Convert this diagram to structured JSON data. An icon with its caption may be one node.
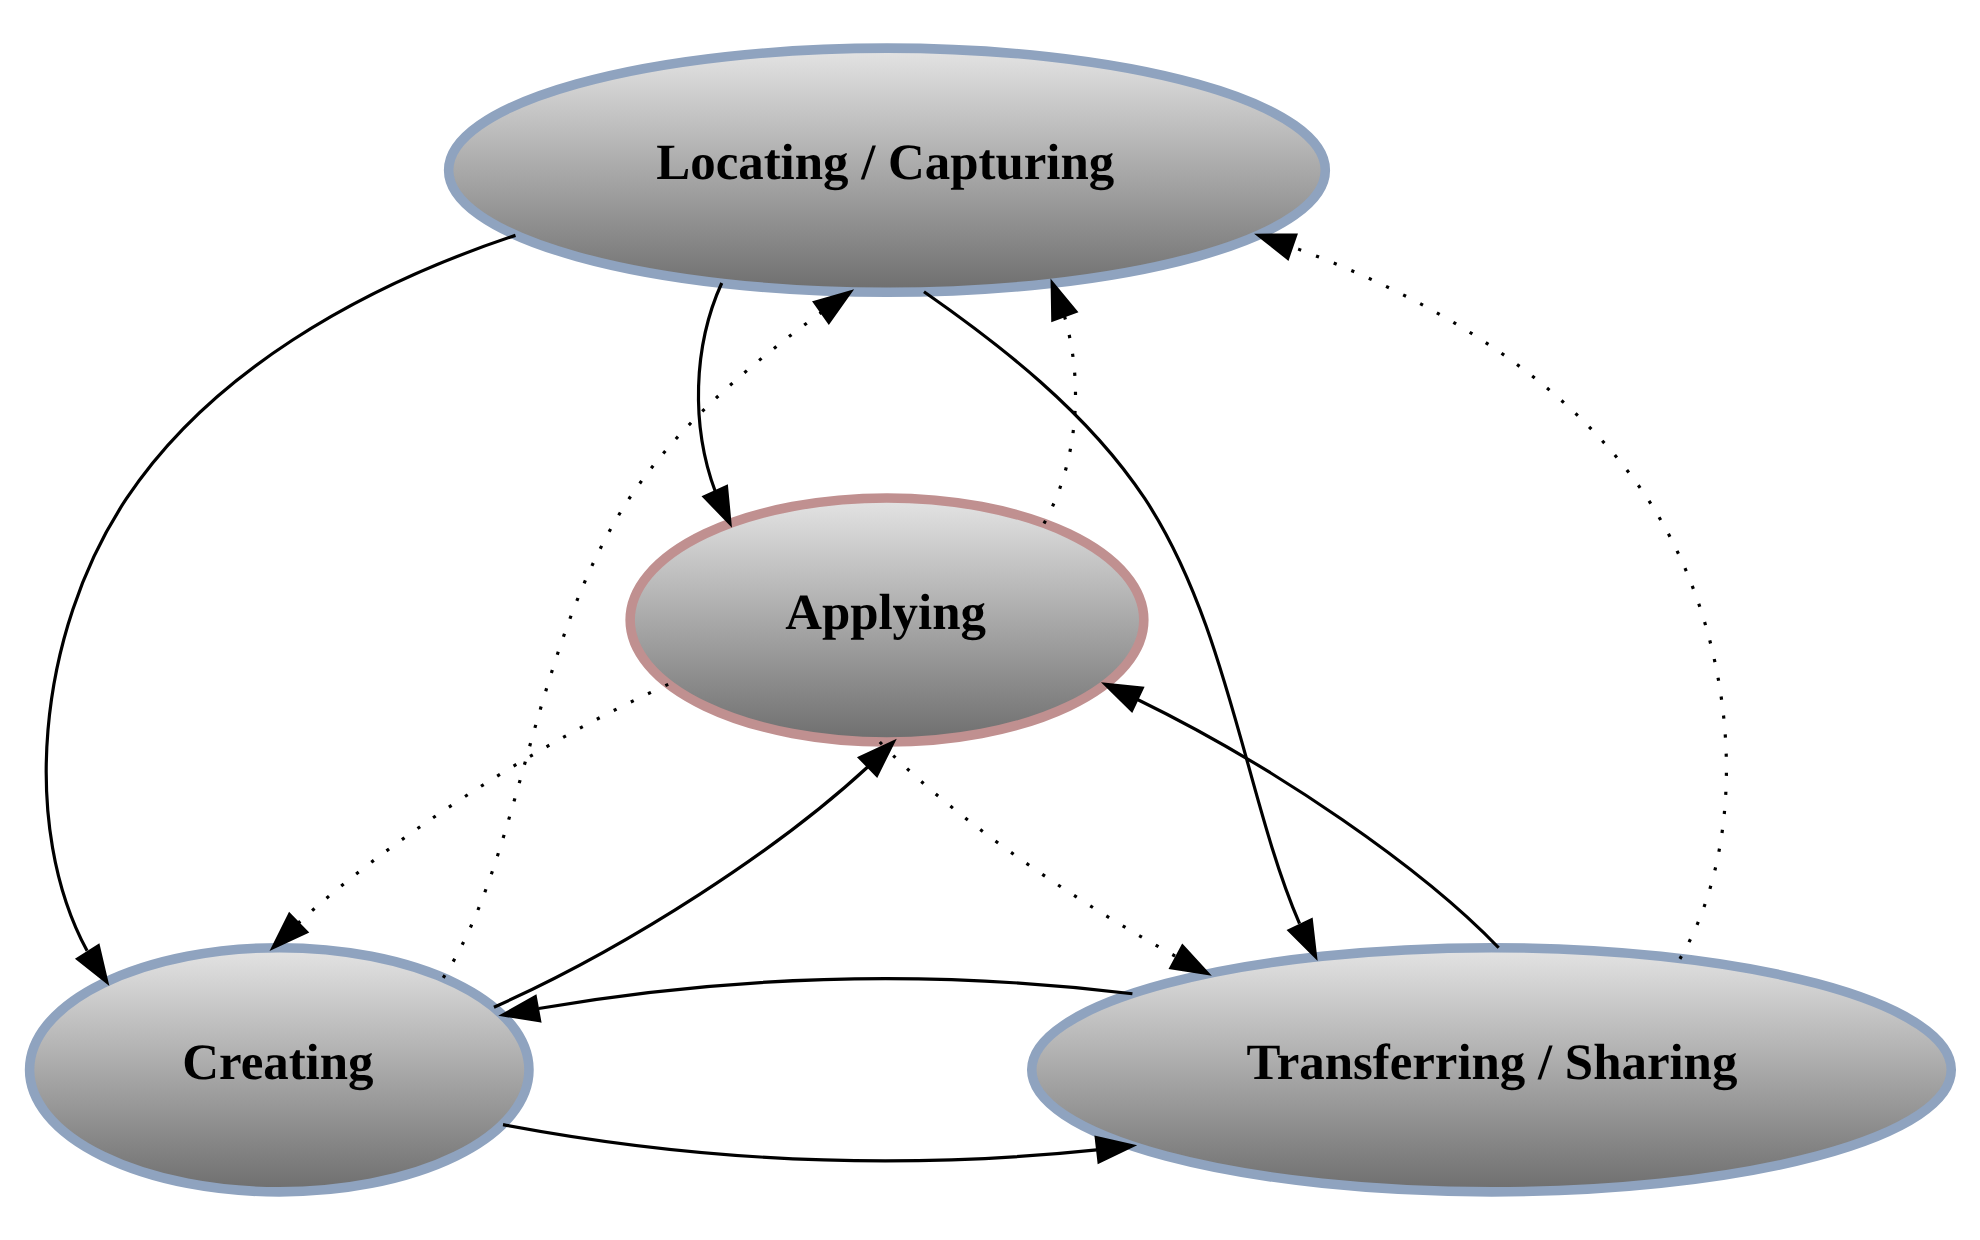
{
  "diagram": {
    "nodes": [
      {
        "text": [
          "Locating / Capturing"
        ]
      },
      {
        "text": [
          "Applying"
        ]
      },
      {
        "text": [
          "Creating"
        ]
      },
      {
        "text": [
          "Transferring / Sharing"
        ]
      }
    ],
    "edges": [
      {
        "from": 0,
        "to": 2,
        "arrow": "to"
      },
      {
        "from": 2,
        "to": 0,
        "arrow": "to",
        "style": "dashed"
      },
      {
        "from": 0,
        "to": 1,
        "arrow": "to"
      },
      {
        "from": 1,
        "to": 0,
        "arrow": "to",
        "style": "dashed"
      },
      {
        "from": 0,
        "to": 3,
        "arrow": "to"
      },
      {
        "from": 3,
        "to": 0,
        "arrow": "to",
        "style": "dashed"
      },
      {
        "from": 2,
        "to": 1,
        "arrow": "to"
      },
      {
        "from": 1,
        "to": 2,
        "arrow": "to",
        "style": "dashed"
      },
      {
        "from": 3,
        "to": 1,
        "arrow": "to"
      },
      {
        "from": 1,
        "to": 3,
        "arrow": "to",
        "style": "dashed"
      },
      {
        "from": 2,
        "to": 3,
        "arrow": "to"
      },
      {
        "from": 3,
        "to": 2,
        "arrow": "to"
      }
    ]
  }
}
